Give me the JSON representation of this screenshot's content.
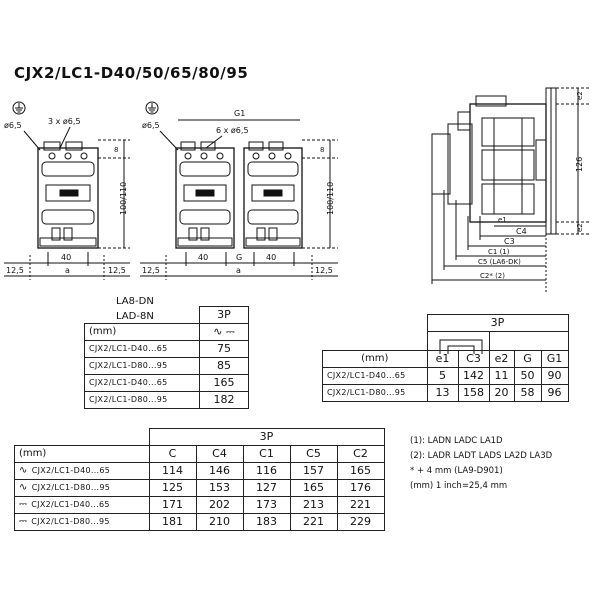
{
  "title": "CJX2/LC1-D40/50/65/80/95",
  "drawing": {
    "front_left": {
      "phi_mount": "ø6,5",
      "phi_holes": "3 x ø6,5",
      "dim_8": "8",
      "dim_height": "100/110",
      "dim_side_left": "12,5",
      "dim_side_right": "12,5",
      "dim_40": "40",
      "dim_a": "a"
    },
    "front_right": {
      "phi_mount": "ø6,5",
      "g1": "G1",
      "phi_holes": "6 x ø6,5",
      "dim_8": "8",
      "dim_height": "100/110",
      "dim_side_left": "12,5",
      "dim_side_right": "12,5",
      "dim_40": "40",
      "dim_g": "G",
      "dim_40b": "40",
      "dim_a": "a"
    },
    "side": {
      "dim_126": "126",
      "dim_e1": "e1",
      "dim_e2": "e2",
      "c4": "C4",
      "c3": "C3",
      "c1": "C1 (1)",
      "c5": "C5 (LA6-DK)",
      "c2": "C2* (2)"
    }
  },
  "accessory_labels": [
    "LA8-DN",
    "LAD-8N"
  ],
  "table_top_left": {
    "header": "3P",
    "unit": "(mm)",
    "rows": [
      {
        "model": "CJX2/LC1-D40...65",
        "value": "75"
      },
      {
        "model": "CJX2/LC1-D80...95",
        "value": "85"
      },
      {
        "model": "CJX2/LC1-D40...65",
        "value": "165"
      },
      {
        "model": "CJX2/LC1-D80...95",
        "value": "182"
      }
    ]
  },
  "table_top_right": {
    "header": "3P",
    "unit": "(mm)",
    "columns": [
      "e1",
      "C3",
      "e2",
      "G",
      "G1"
    ],
    "rows": [
      {
        "model": "CJX2/LC1-D40...65",
        "values": [
          "5",
          "142",
          "11",
          "50",
          "90"
        ]
      },
      {
        "model": "CJX2/LC1-D80...95",
        "values": [
          "13",
          "158",
          "20",
          "58",
          "96"
        ]
      }
    ]
  },
  "table_bottom": {
    "header": "3P",
    "unit": "(mm)",
    "columns": [
      "C",
      "C4",
      "C1",
      "C5",
      "C2"
    ],
    "rows": [
      {
        "current": "ac",
        "model": "CJX2/LC1-D40...65",
        "values": [
          "114",
          "146",
          "116",
          "157",
          "165"
        ]
      },
      {
        "current": "ac",
        "model": "CJX2/LC1-D80...95",
        "values": [
          "125",
          "153",
          "127",
          "165",
          "176"
        ]
      },
      {
        "current": "dc",
        "model": "CJX2/LC1-D40...65",
        "values": [
          "171",
          "202",
          "173",
          "213",
          "221"
        ]
      },
      {
        "current": "dc",
        "model": "CJX2/LC1-D80...95",
        "values": [
          "181",
          "210",
          "183",
          "221",
          "229"
        ]
      }
    ]
  },
  "notes": [
    "(1): LADN LADC LA1D",
    "(2): LADR LADT LADS LA2D LA3D",
    "* + 4 mm (LA9-D901)",
    "(mm) 1 inch=25,4 mm"
  ],
  "symbols": {
    "ac": "∿",
    "dc": "⎓",
    "ground": "⏚"
  }
}
